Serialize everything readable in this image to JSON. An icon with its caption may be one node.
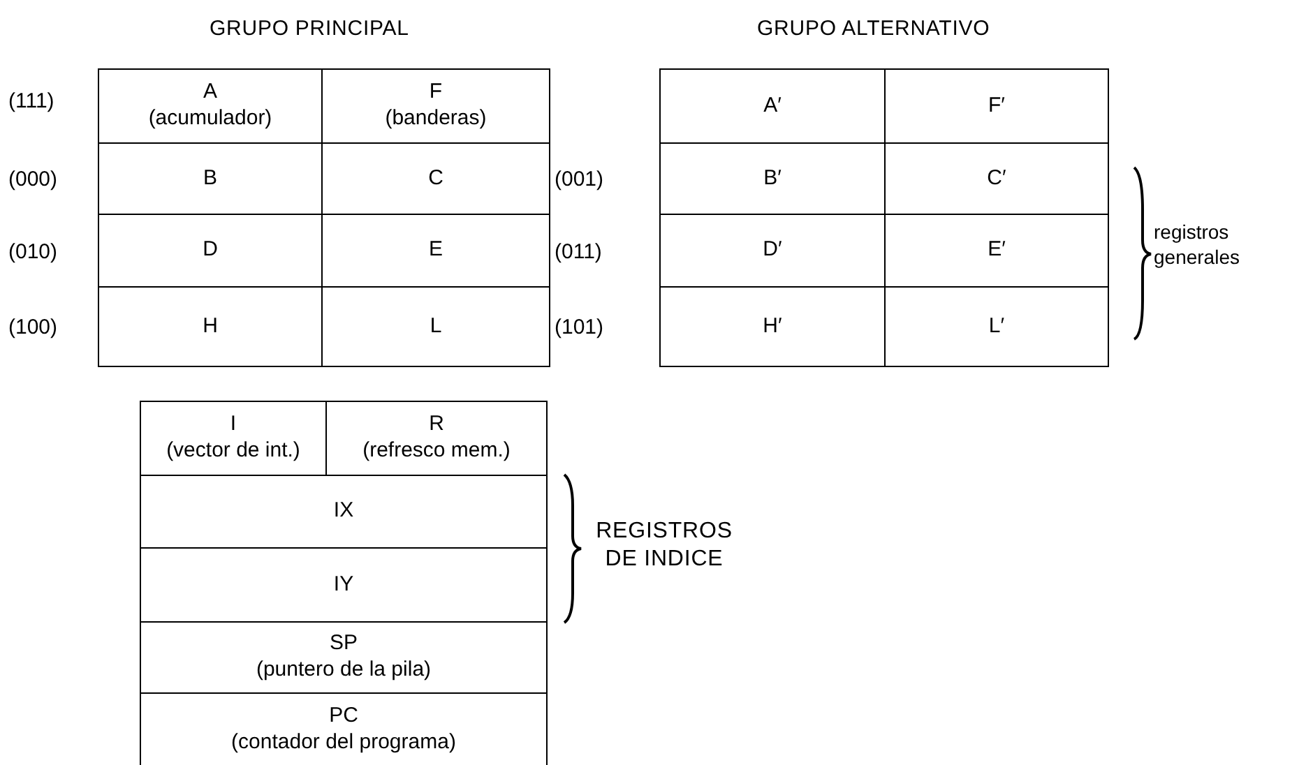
{
  "diagram": {
    "nodes": [
      {
        "text": [
          "A",
          "(acumulador)"
        ],
        "beside": [
          "(111)"
        ]
      },
      {
        "text": [
          "F",
          "(banderas)"
        ]
      },
      {
        "text": [
          "B"
        ],
        "beside": [
          "(000)"
        ]
      },
      {
        "text": [
          "C"
        ],
        "beside": [
          "(001)"
        ]
      },
      {
        "text": [
          "D"
        ],
        "beside": [
          "(010)"
        ]
      },
      {
        "text": [
          "E"
        ],
        "beside": [
          "(011)"
        ]
      },
      {
        "text": [
          "H"
        ],
        "beside": [
          "(100)"
        ]
      },
      {
        "text": [
          "L"
        ],
        "beside": [
          "(101)"
        ]
      },
      {
        "text": [
          "A′"
        ]
      },
      {
        "text": [
          "F′"
        ]
      },
      {
        "text": [
          "B′"
        ]
      },
      {
        "text": [
          "C′"
        ]
      },
      {
        "text": [
          "D′"
        ]
      },
      {
        "text": [
          "E′"
        ]
      },
      {
        "text": [
          "H′"
        ]
      },
      {
        "text": [
          "L′"
        ]
      },
      {
        "text": [
          "I",
          "(vector de int.)"
        ]
      },
      {
        "text": [
          "R",
          "(refresco mem.)"
        ]
      },
      {
        "text": [
          "IX"
        ]
      },
      {
        "text": [
          "IY"
        ]
      },
      {
        "text": [
          "SP",
          "(puntero de la pila)"
        ]
      },
      {
        "text": [
          "PC",
          "(contador del programa)"
        ]
      }
    ],
    "labels": [
      "GRUPO PRINCIPAL",
      "GRUPO ALTERNATIVO",
      "registros generales",
      "REGISTROS DE INDICE"
    ]
  }
}
